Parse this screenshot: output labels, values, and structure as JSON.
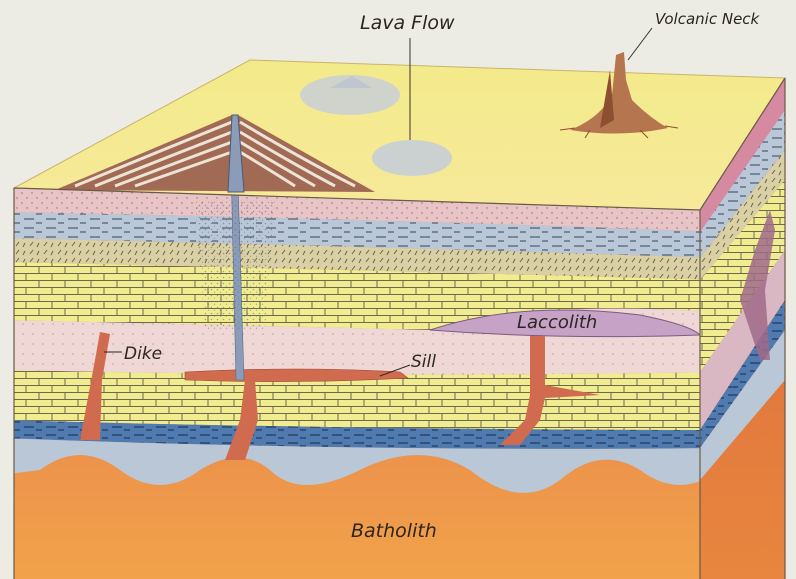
{
  "diagram": {
    "labels": {
      "lava_flow": "Lava Flow",
      "volcanic_neck": "Volcanic Neck",
      "laccolith": "Laccolith",
      "dike": "Dike",
      "sill": "Sill",
      "batholith": "Batholith"
    },
    "colors": {
      "background": "#ecebe4",
      "surface": "#f0e68a",
      "pink_layer": "#e9c4c6",
      "blue_layer": "#b9c6d6",
      "tan_layer": "#d8cfa2",
      "limestone": "#f0ec8e",
      "pale_pink": "#eed6d4",
      "dark_blue": "#4f7bb0",
      "magma_orange": "#e8824e",
      "intrusion_red": "#d06b50",
      "laccolith_purple": "#c6a2c6",
      "volcano_conduit": "#8a9cb8"
    }
  }
}
